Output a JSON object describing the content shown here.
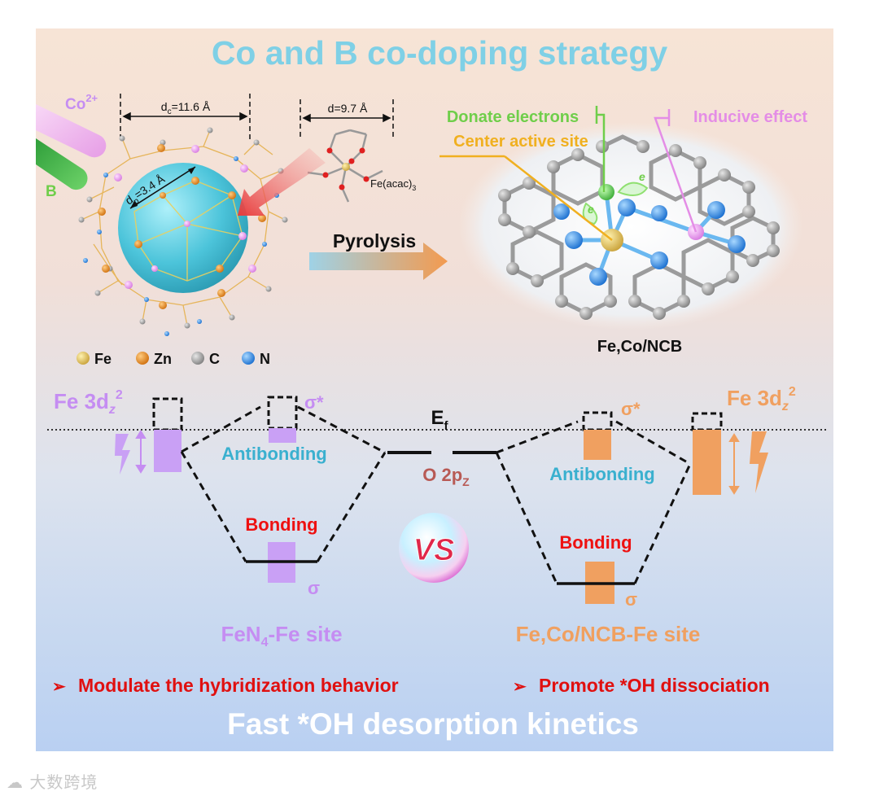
{
  "title": "Co and B co-doping strategy",
  "top": {
    "co_label": "Co",
    "co_sup": "2+",
    "b_label": "B",
    "dc_label": "d",
    "dc_sub": "c",
    "dc_val": "=11.6 Å",
    "dp_label": "d",
    "dp_sub": "p",
    "dp_val": "=3.4 Å",
    "d_label": "d=9.7 Å",
    "feacac": "Fe(acac)",
    "feacac_sub": "3",
    "pyrolysis": "Pyrolysis",
    "donate": "Donate electrons",
    "center": "Center active site",
    "inducive": "Inducive effect",
    "e_label": "e",
    "product": "Fe,Co/NCB",
    "legend": [
      {
        "label": "Fe",
        "color": "#d9b94a"
      },
      {
        "label": "Zn",
        "color": "#e08a1e"
      },
      {
        "label": "C",
        "color": "#9a9a9a"
      },
      {
        "label": "N",
        "color": "#2f86e0"
      }
    ]
  },
  "energy": {
    "left_fe": "Fe 3d",
    "left_fe_sub": "z",
    "left_fe_sup": "2",
    "right_fe": "Fe 3d",
    "right_fe_sub": "z",
    "right_fe_sup": "2",
    "ef": "E",
    "ef_sub": "f",
    "sigma_star": "σ*",
    "sigma": "σ",
    "antibonding": "Antibonding",
    "bonding": "Bonding",
    "o2p": "O 2p",
    "o2p_sub": "Z",
    "vs": "VS",
    "left_site": "FeN",
    "left_site_sub": "4",
    "left_site_rest": "-Fe site",
    "right_site": "Fe,Co/NCB-Fe site"
  },
  "bullets": [
    "Modulate the hybridization behavior",
    "Promote *OH dissociation"
  ],
  "bottom_title": "Fast *OH desorption kinetics",
  "watermark": "大数跨境",
  "colors": {
    "title": "#7fd0e6",
    "purple": "#c58df2",
    "orange": "#f0a060",
    "cyan": "#3ab0cf",
    "red": "#ee1111",
    "bullet_red": "#e01010",
    "green": "#6fce4a",
    "gold": "#f0b020",
    "pink": "#e48de6",
    "brown": "#b85a55"
  }
}
